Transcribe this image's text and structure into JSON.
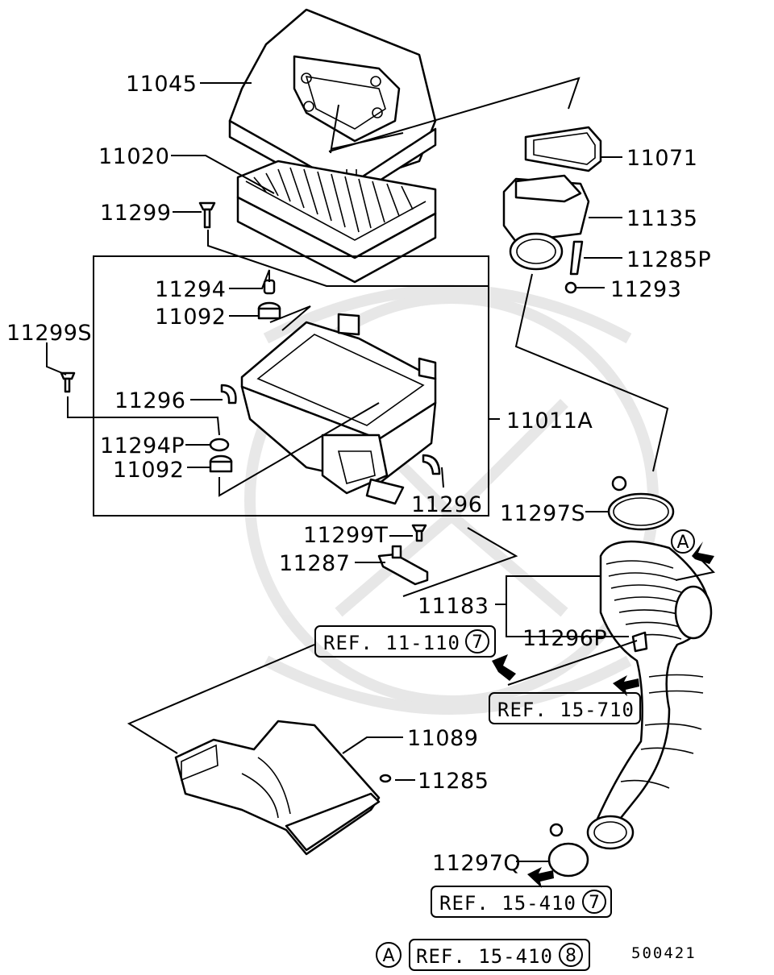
{
  "parts": {
    "p11045": "11045",
    "p11020": "11020",
    "p11299": "11299",
    "p11294": "11294",
    "p11092a": "11092",
    "p11299S": "11299S",
    "p11296a": "11296",
    "p11294P": "11294P",
    "p11092b": "11092",
    "p11296b": "11296",
    "p11011A": "11011A",
    "p11071": "11071",
    "p11135": "11135",
    "p11285P": "11285P",
    "p11293": "11293",
    "p11297S": "11297S",
    "p11299T": "11299T",
    "p11287": "11287",
    "p11183": "11183",
    "p11296P": "11296P",
    "p11089": "11089",
    "p11285": "11285",
    "p11297Q": "11297Q"
  },
  "refs": {
    "r1": {
      "text": "REF. 11-110",
      "circle": "7"
    },
    "r2": {
      "text": "REF. 15-710"
    },
    "r3": {
      "text": "REF. 15-410",
      "circle": "7"
    },
    "r4": {
      "marker": "A",
      "text": "REF. 15-410",
      "circle": "8"
    }
  },
  "callout_marker": "A",
  "diagram_code": "500421",
  "icons": {
    "flow_arrow": "flow-arrow-icon",
    "ref_circle": "circled-number-icon"
  }
}
